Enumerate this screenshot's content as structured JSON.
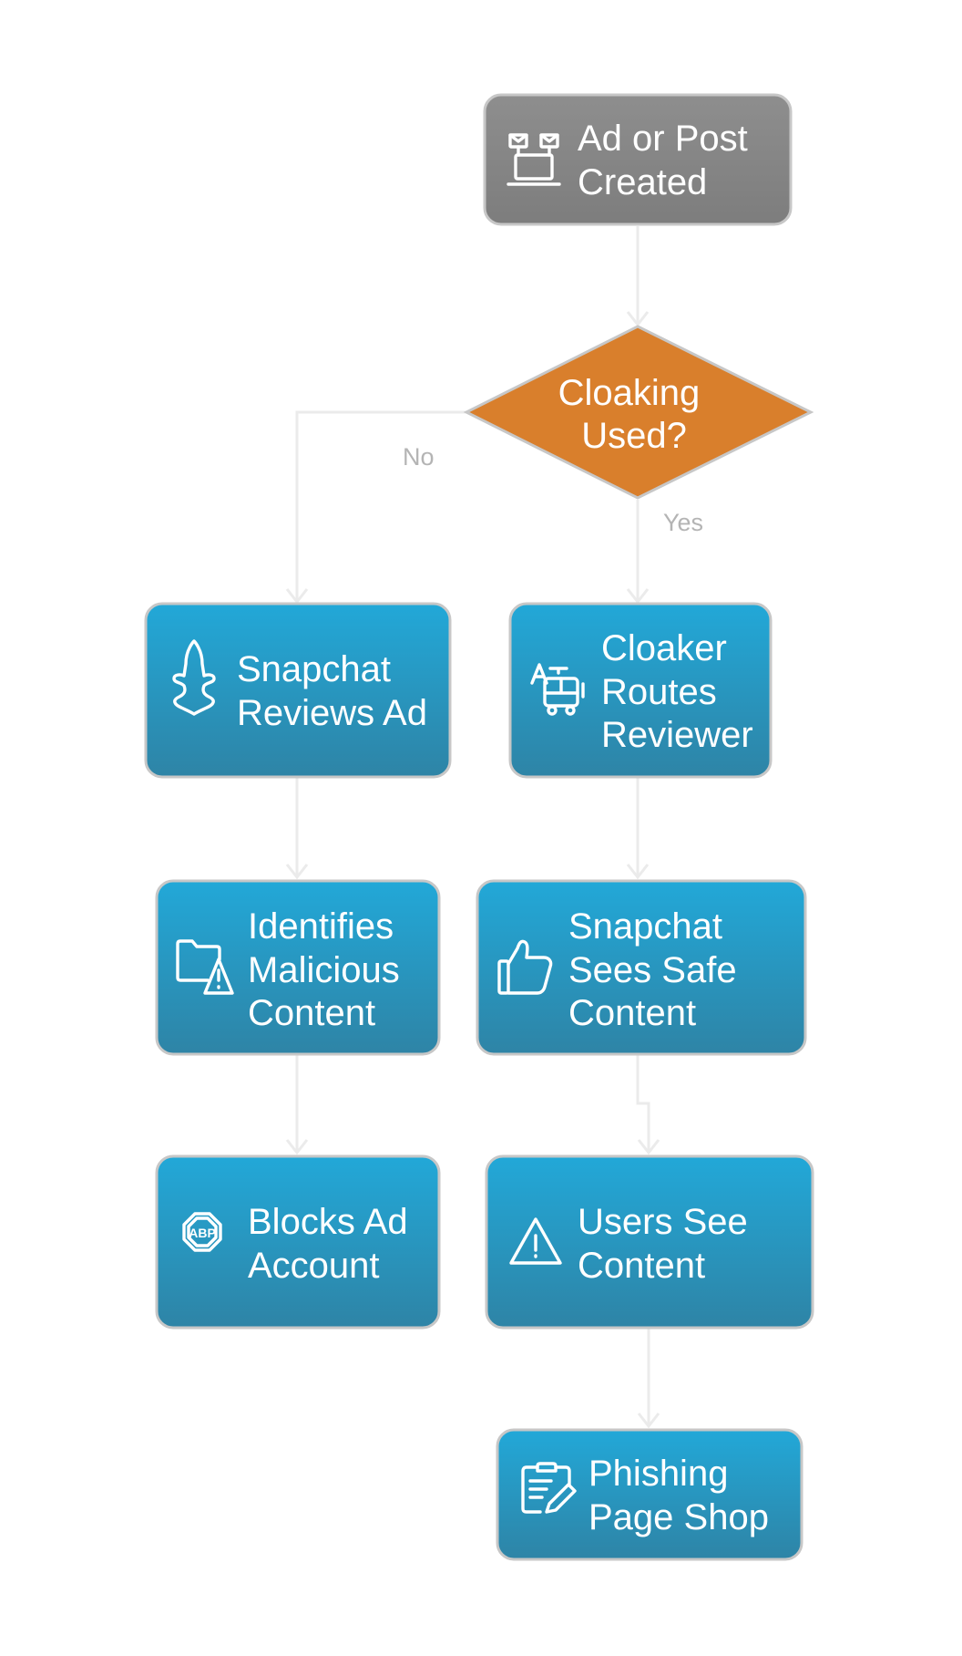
{
  "nodes": {
    "start": {
      "label": [
        "Ad or Post",
        "Created"
      ],
      "icon": "laptop-mail-icon"
    },
    "decision": {
      "label": [
        "Cloaking",
        "Used?"
      ]
    },
    "review": {
      "label": [
        "Snapchat",
        "Reviews Ad"
      ],
      "icon": "snapchat-ghost-icon"
    },
    "cloaker": {
      "label": [
        "Cloaker",
        "Routes",
        "Reviewer"
      ],
      "icon": "translate-bus-icon"
    },
    "identifies": {
      "label": [
        "Identifies",
        "Malicious",
        "Content"
      ],
      "icon": "folder-warning-icon"
    },
    "sees_safe": {
      "label": [
        "Snapchat",
        "Sees Safe",
        "Content"
      ],
      "icon": "thumbs-up-icon"
    },
    "blocks": {
      "label": [
        "Blocks Ad",
        "Account"
      ],
      "icon": "abp-icon"
    },
    "users_see": {
      "label": [
        "Users See",
        "Content"
      ],
      "icon": "warning-icon"
    },
    "phishing": {
      "label": [
        "Phishing",
        "Page Shop"
      ],
      "icon": "clipboard-edit-icon"
    }
  },
  "edges": {
    "no_label": "No",
    "yes_label": "Yes"
  },
  "colors": {
    "process_top": "#22a8d8",
    "process_bottom": "#2e84a6",
    "start_fill": "#8a8a8a",
    "decision_fill": "#d97f2c",
    "node_border": "#c7c7c7",
    "edge": "#ebebeb",
    "edge_label": "#b4b4b4"
  }
}
